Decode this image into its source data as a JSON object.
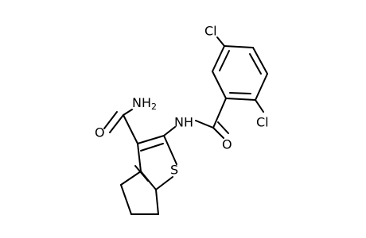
{
  "diagram": {
    "type": "chemical-structure",
    "atoms": {
      "cl_top": "Cl",
      "cl_right": "Cl",
      "nh": "NH",
      "amide_o": "O",
      "carbonyl_o": "O",
      "s": "S",
      "nh2_main": "NH",
      "nh2_sub": "2"
    },
    "colors": {
      "bond": "#000000",
      "text": "#000000",
      "background": "#ffffff"
    }
  }
}
